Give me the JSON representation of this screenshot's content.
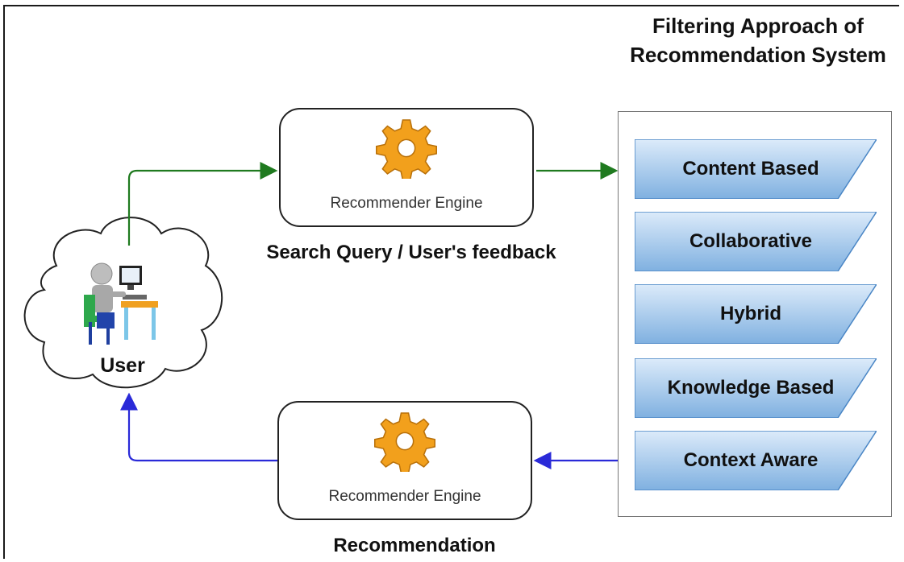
{
  "diagram": {
    "panel_title": "Filtering Approach of Recommendation System",
    "top_engine": {
      "label": "Recommender Engine",
      "caption": "Search Query / User's feedback"
    },
    "bottom_engine": {
      "label": "Recommender Engine",
      "caption": "Recommendation"
    },
    "user": {
      "label": "User"
    },
    "filtering_approaches": [
      "Content Based",
      "Collaborative",
      "Hybrid",
      "Knowledge Based",
      "Context Aware"
    ],
    "icons": {
      "engine": "gear-icon",
      "user": "user-at-computer-icon"
    },
    "colors": {
      "forward_arrow": "#1f7a1f",
      "return_arrow": "#2a2ad8",
      "approach_fill_top": "#dcebfa",
      "approach_fill_bottom": "#7fb0e0",
      "approach_border": "#4a86c5",
      "gear": "#f2a01c"
    }
  }
}
